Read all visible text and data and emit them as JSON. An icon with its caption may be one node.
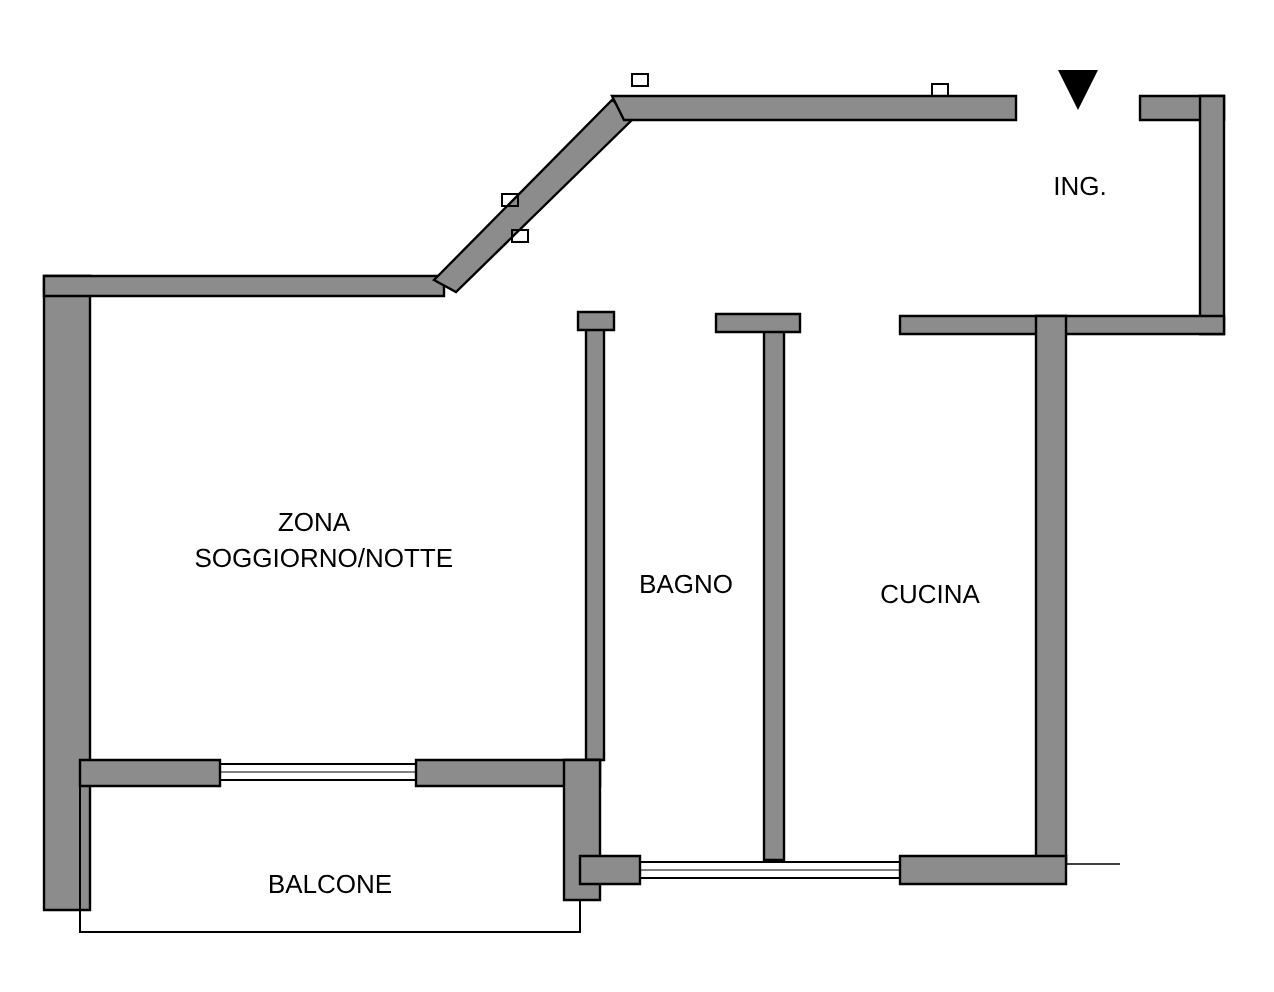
{
  "diagram": {
    "labels": [
      "ING.",
      "ZONA SOGGIORNO/NOTTE",
      "BAGNO",
      "CUCINA",
      "BALCONE"
    ]
  }
}
